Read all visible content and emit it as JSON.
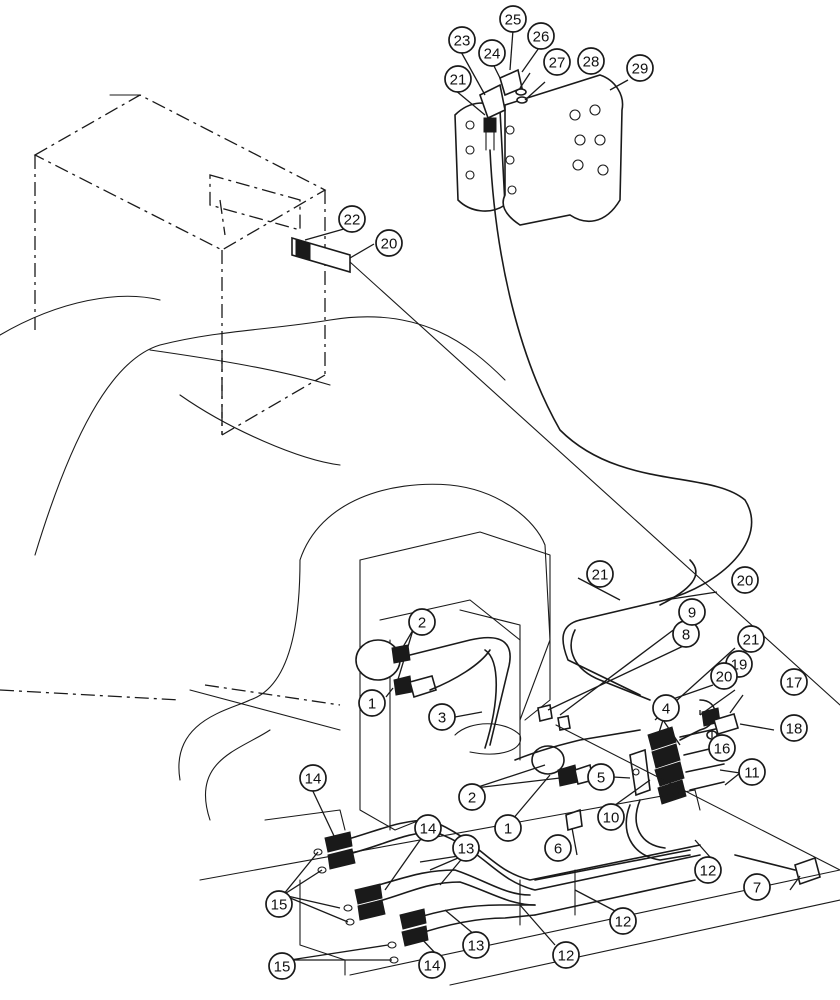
{
  "callouts": [
    {
      "id": "c1a",
      "label": "1"
    },
    {
      "id": "c1b",
      "label": "1"
    },
    {
      "id": "c2a",
      "label": "2"
    },
    {
      "id": "c2b",
      "label": "2"
    },
    {
      "id": "c3",
      "label": "3"
    },
    {
      "id": "c4",
      "label": "4"
    },
    {
      "id": "c5",
      "label": "5"
    },
    {
      "id": "c6",
      "label": "6"
    },
    {
      "id": "c7",
      "label": "7"
    },
    {
      "id": "c8",
      "label": "8"
    },
    {
      "id": "c9",
      "label": "9"
    },
    {
      "id": "c10",
      "label": "10"
    },
    {
      "id": "c11",
      "label": "11"
    },
    {
      "id": "c12a",
      "label": "12"
    },
    {
      "id": "c12b",
      "label": "12"
    },
    {
      "id": "c12c",
      "label": "12"
    },
    {
      "id": "c13a",
      "label": "13"
    },
    {
      "id": "c13b",
      "label": "13"
    },
    {
      "id": "c14a",
      "label": "14"
    },
    {
      "id": "c14b",
      "label": "14"
    },
    {
      "id": "c14c",
      "label": "14"
    },
    {
      "id": "c15a",
      "label": "15"
    },
    {
      "id": "c15b",
      "label": "15"
    },
    {
      "id": "c16",
      "label": "16"
    },
    {
      "id": "c17",
      "label": "17"
    },
    {
      "id": "c18",
      "label": "18"
    },
    {
      "id": "c19",
      "label": "19"
    },
    {
      "id": "c20a",
      "label": "20"
    },
    {
      "id": "c20b",
      "label": "20"
    },
    {
      "id": "c20c",
      "label": "20"
    },
    {
      "id": "c21a",
      "label": "21"
    },
    {
      "id": "c21b",
      "label": "21"
    },
    {
      "id": "c21c",
      "label": "21"
    },
    {
      "id": "c22",
      "label": "22"
    },
    {
      "id": "c23",
      "label": "23"
    },
    {
      "id": "c24",
      "label": "24"
    },
    {
      "id": "c25",
      "label": "25"
    },
    {
      "id": "c26",
      "label": "26"
    },
    {
      "id": "c27",
      "label": "27"
    },
    {
      "id": "c28",
      "label": "28"
    },
    {
      "id": "c29",
      "label": "29"
    }
  ]
}
